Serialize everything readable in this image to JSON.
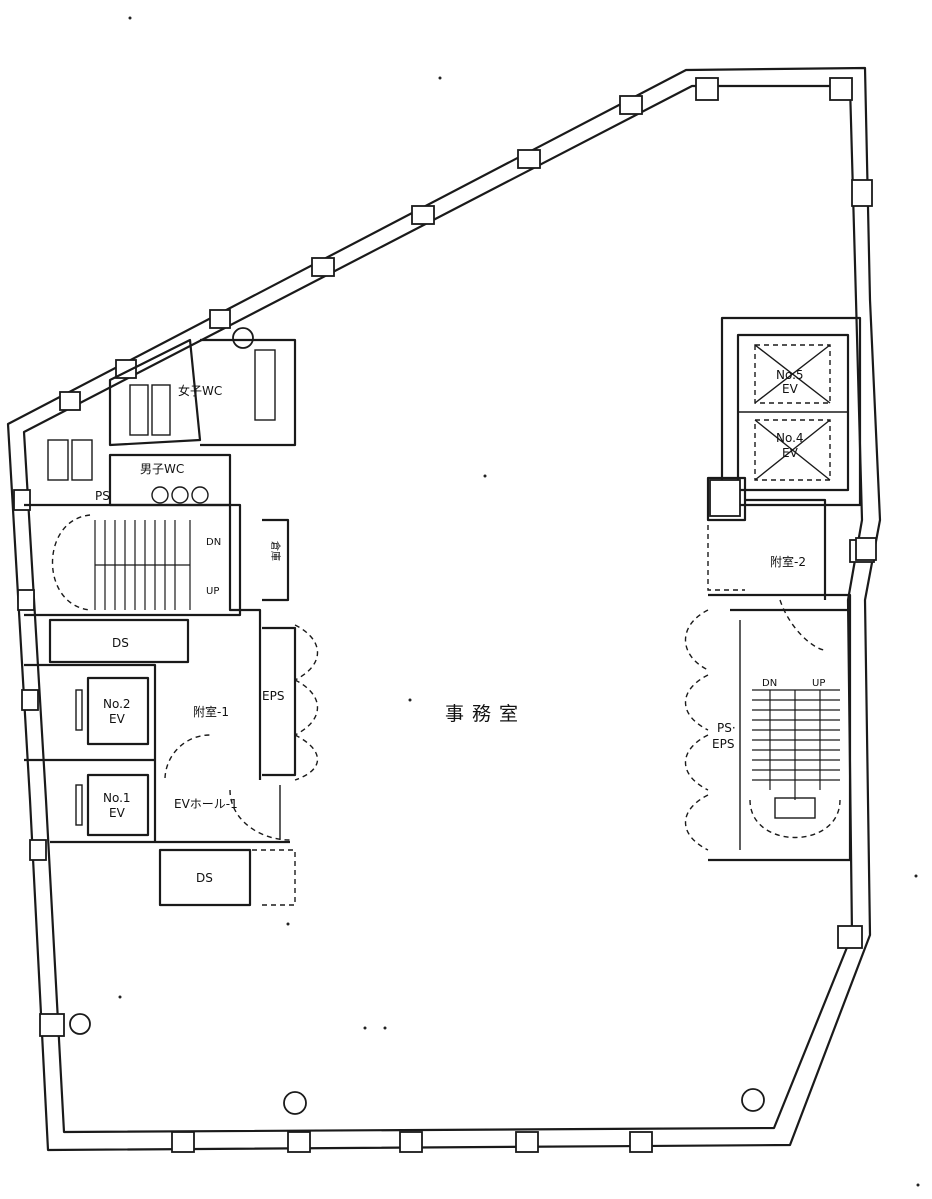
{
  "labels": {
    "office": "事務室",
    "womens_wc": "女子WC",
    "mens_wc": "男子WC",
    "ps": "PS",
    "dn_left": "DN",
    "up_left": "UP",
    "ds_upper": "DS",
    "ds_lower": "DS",
    "ev2_line1": "No.2",
    "ev2_line2": "EV",
    "ev1_line1": "No.1",
    "ev1_line2": "EV",
    "lobby_1": "附室-1",
    "eps_left": "EPS",
    "ev_hall_1": "EVホール-1",
    "storage": "倉庫",
    "ev5_line1": "No.5",
    "ev5_line2": "EV",
    "ev4_line1": "No.4",
    "ev4_line2": "EV",
    "lobby_2": "附室-2",
    "dn_right": "DN",
    "up_right": "UP",
    "ps_eps_line1": "PS·",
    "ps_eps_line2": "EPS"
  }
}
